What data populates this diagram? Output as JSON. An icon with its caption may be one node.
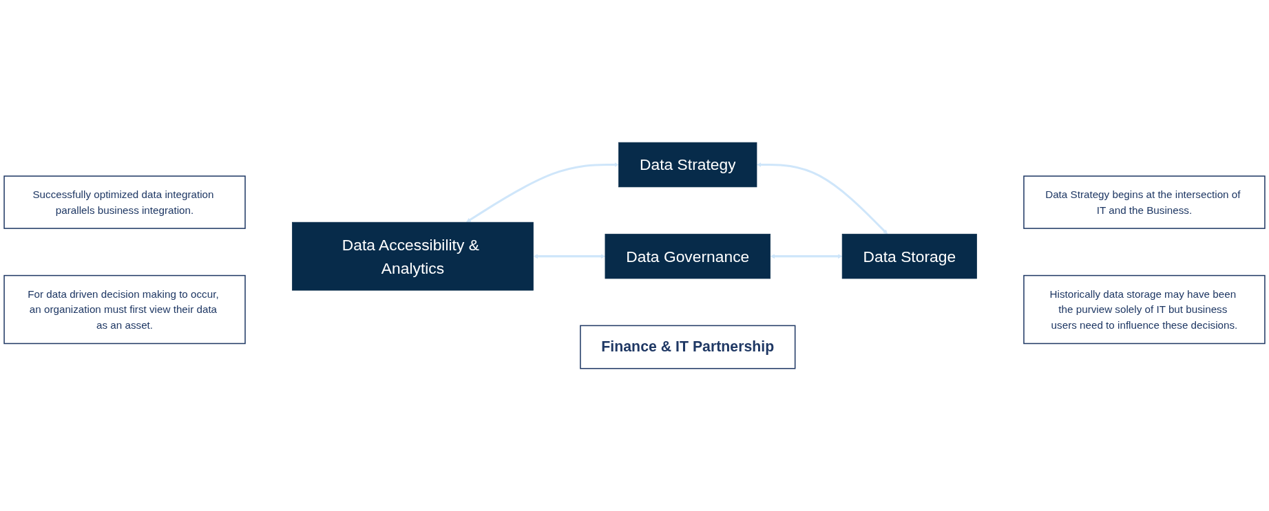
{
  "diagram": {
    "nodes": [
      {
        "text": [
          "Successfully optimized data integration parallels business integration."
        ]
      },
      {
        "text": [
          "Data Strategy"
        ]
      },
      {
        "text": [
          "Data Strategy begins at the intersection of IT and the Business."
        ]
      },
      {
        "text": [
          "Data Accessibility & Analytics"
        ]
      },
      {
        "text": [
          "Finance & IT Partnership"
        ]
      },
      {
        "text": [
          "Data Storage"
        ]
      },
      {
        "text": [
          "For data driven decision making to occur, an organization must first view their data as an asset."
        ]
      },
      {
        "text": [
          "Data Governance"
        ]
      },
      {
        "text": [
          "Historically data storage may have been the purview solely of IT but business users need to influence these decisions."
        ]
      }
    ],
    "edges": [
      {
        "from": 3,
        "to": 1,
        "arrow": "both"
      },
      {
        "from": 1,
        "to": 5,
        "arrow": "both"
      },
      {
        "from": 3,
        "to": 7,
        "arrow": "both"
      },
      {
        "from": 7,
        "to": 5,
        "arrow": "both"
      }
    ]
  }
}
